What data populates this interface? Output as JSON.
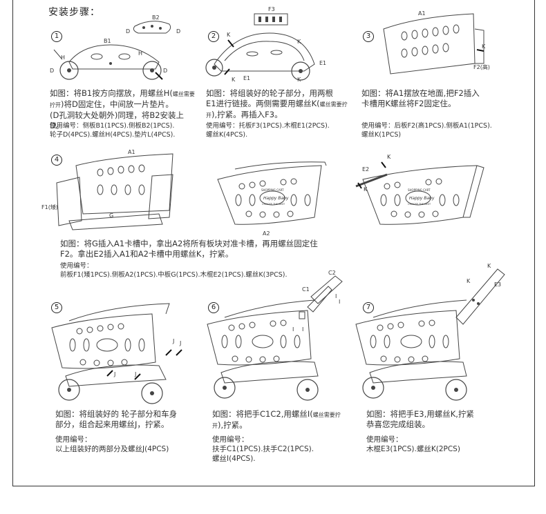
{
  "title": "安装步骤：",
  "steps": [
    {
      "num": "1",
      "labels": {
        "b1": "B1",
        "b2": "B2",
        "h": "H",
        "d": "D"
      },
      "caption": [
        "如图：将B1按方向摆放，用螺丝H(",
        "螺丝需要拧开",
        ")将D固定住，中间放一片垫片。",
        "(D孔洞较大处朝外)同理，将B2安装上D。"
      ],
      "use_label": "使用编号：",
      "use": [
        "侧板B1(1PCS).侧板B2(1PCS).",
        "轮子D(4PCS).螺丝H(4PCS).垫片L(4PCS)."
      ]
    },
    {
      "num": "2",
      "labels": {
        "f3": "F3",
        "k": "K",
        "e1": "E1"
      },
      "caption": [
        "如图：将组装好的轮子部分，用两根",
        "E1进行链接。两侧需要用螺丝K(",
        "螺丝需要拧开",
        "),拧紧。再插入F3。"
      ],
      "use_label": "使用编号：",
      "use": [
        "托板F3(1PCS).木棍E1(2PCS).",
        "螺丝K(4PCS)."
      ]
    },
    {
      "num": "3",
      "labels": {
        "a1": "A1",
        "k": "K",
        "f2": "F2(高)"
      },
      "caption": [
        "如图：将A1摆放在地面,把F2插入",
        "卡槽用K螺丝将F2固定住。"
      ],
      "use_label": "使用编号：",
      "use": [
        "后板F2(高1PCS).侧板A1(1PCS).",
        "螺丝K(1PCS)"
      ]
    },
    {
      "num": "4",
      "labels": {
        "a1": "A1",
        "f1": "F1(矮)",
        "g": "G",
        "a2": "A2",
        "e2": "E2",
        "k": "K",
        "brand_top": "SHOPPING CART",
        "brand": "Happy Baby",
        "brand_sub": "CHOOSE THE BEST"
      },
      "caption": [
        "如图：将G插入A1卡槽中，拿出A2将所有板块对准卡槽，再用螺丝固定住",
        "F2。拿出E2插入A1和A2卡槽中用螺丝K，拧紧。"
      ],
      "use_label": "使用编号：",
      "use": [
        "前板F1(矮1PCS).侧板A2(1PCS).中板G(1PCS).木棍E2(1PCS).螺丝K(3PCS)."
      ]
    },
    {
      "num": "5",
      "labels": {
        "j": "J"
      },
      "caption": [
        "如图：将组装好的 轮子部分和车身",
        "部分，组合起来用螺丝J，拧紧。"
      ],
      "use_label": "使用编号：",
      "use": [
        "以上组装好的两部分及螺丝J(4PCS)"
      ]
    },
    {
      "num": "6",
      "labels": {
        "c1": "C1",
        "c2": "C2",
        "i": "I"
      },
      "caption": [
        "如图：将把手C1C2,用螺丝I(",
        "螺丝需要拧开",
        "),拧紧。"
      ],
      "use_label": "使用编号：",
      "use": [
        "扶手C1(1PCS).扶手C2(1PCS).",
        "螺丝I(4PCS)."
      ]
    },
    {
      "num": "7",
      "labels": {
        "e3": "E3",
        "k": "K"
      },
      "caption": [
        "如图：将把手E3,用螺丝K,拧紧",
        "恭喜您完成组装。"
      ],
      "use_label": "使用编号：",
      "use": [
        "木棍E3(1PCS).螺丝K(2PCS)"
      ]
    }
  ]
}
